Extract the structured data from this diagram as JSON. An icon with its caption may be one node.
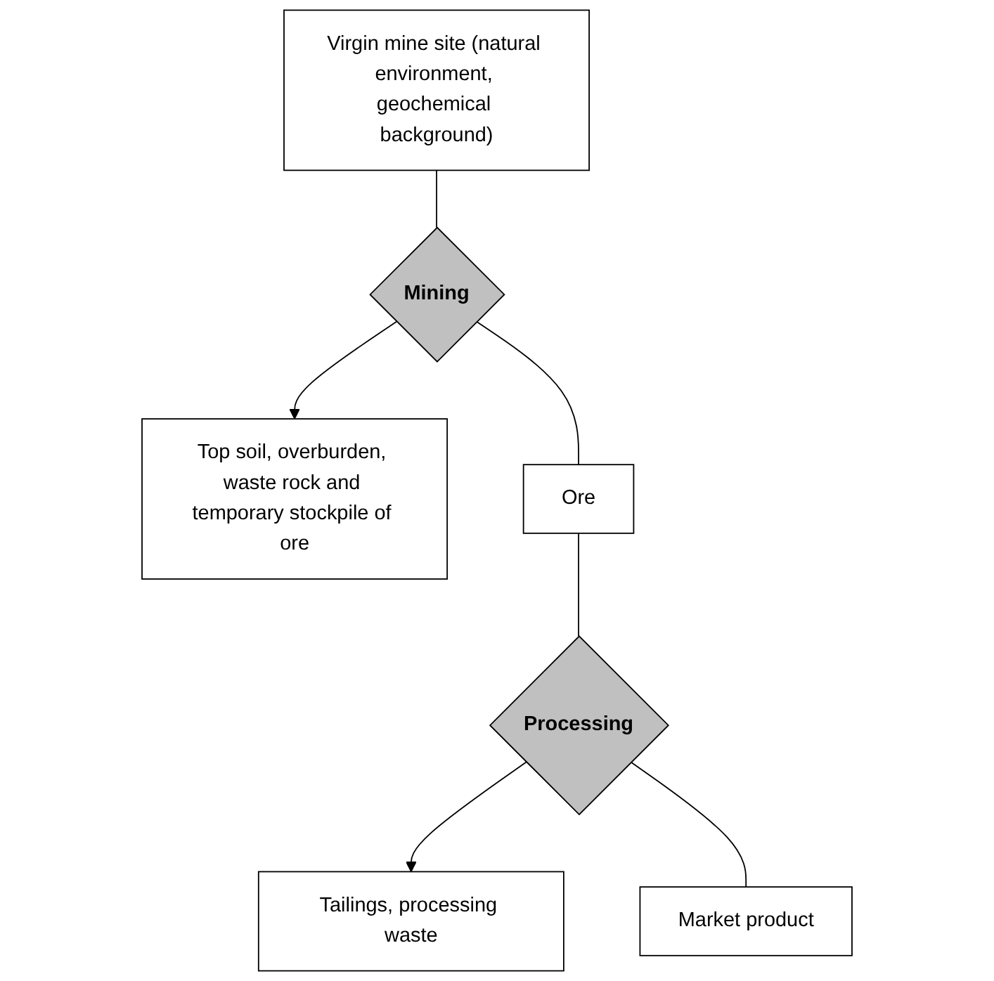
{
  "diagram": {
    "nodes": [
      {
        "text": [
          "Virgin mine site (natural environment, geochemical background)"
        ]
      },
      {
        "text": [
          "Mining"
        ]
      },
      {
        "text": [
          "Top soil, overburden, waste rock and temporary stockpile of ore"
        ]
      },
      {
        "text": [
          "Ore"
        ]
      },
      {
        "text": [
          "Processing"
        ]
      },
      {
        "text": [
          "Tailings, processing waste"
        ]
      },
      {
        "text": [
          "Market product"
        ]
      }
    ],
    "edges": [
      {
        "from": 0,
        "to": 1,
        "arrow": "none"
      },
      {
        "from": 1,
        "to": 2,
        "arrow": "to"
      },
      {
        "from": 1,
        "to": 3,
        "arrow": "none"
      },
      {
        "from": 3,
        "to": 4,
        "arrow": "none"
      },
      {
        "from": 4,
        "to": 5,
        "arrow": "to"
      },
      {
        "from": 4,
        "to": 6,
        "arrow": "none"
      }
    ]
  }
}
